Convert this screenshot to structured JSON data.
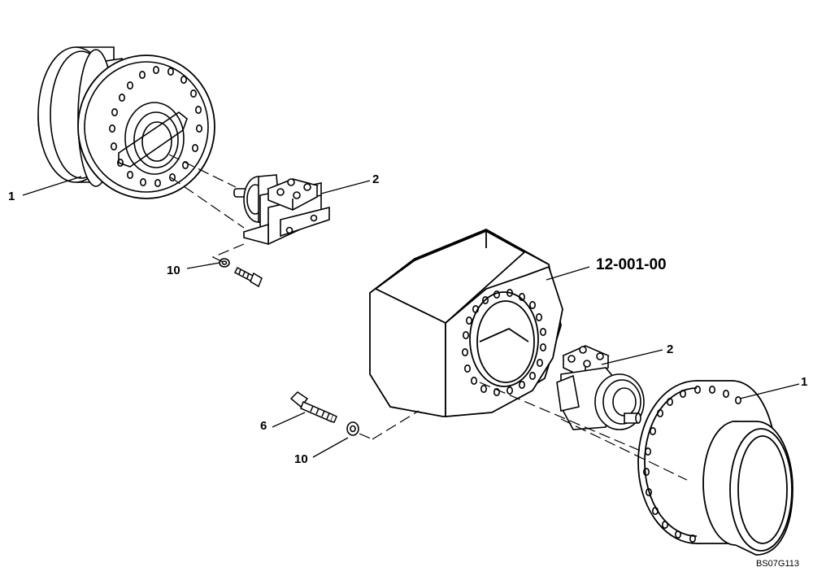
{
  "callouts": {
    "left_hub_number": "1",
    "left_motor_number": "2",
    "upper_washer_number": "10",
    "axle_housing_number": "12-001-00",
    "right_motor_number": "2",
    "right_hub_number": "1",
    "bolt_number": "6",
    "lower_washer_number": "10"
  },
  "drawing_id": "BS07G113",
  "colors": {
    "ink": "#000000",
    "paper": "#ffffff"
  }
}
